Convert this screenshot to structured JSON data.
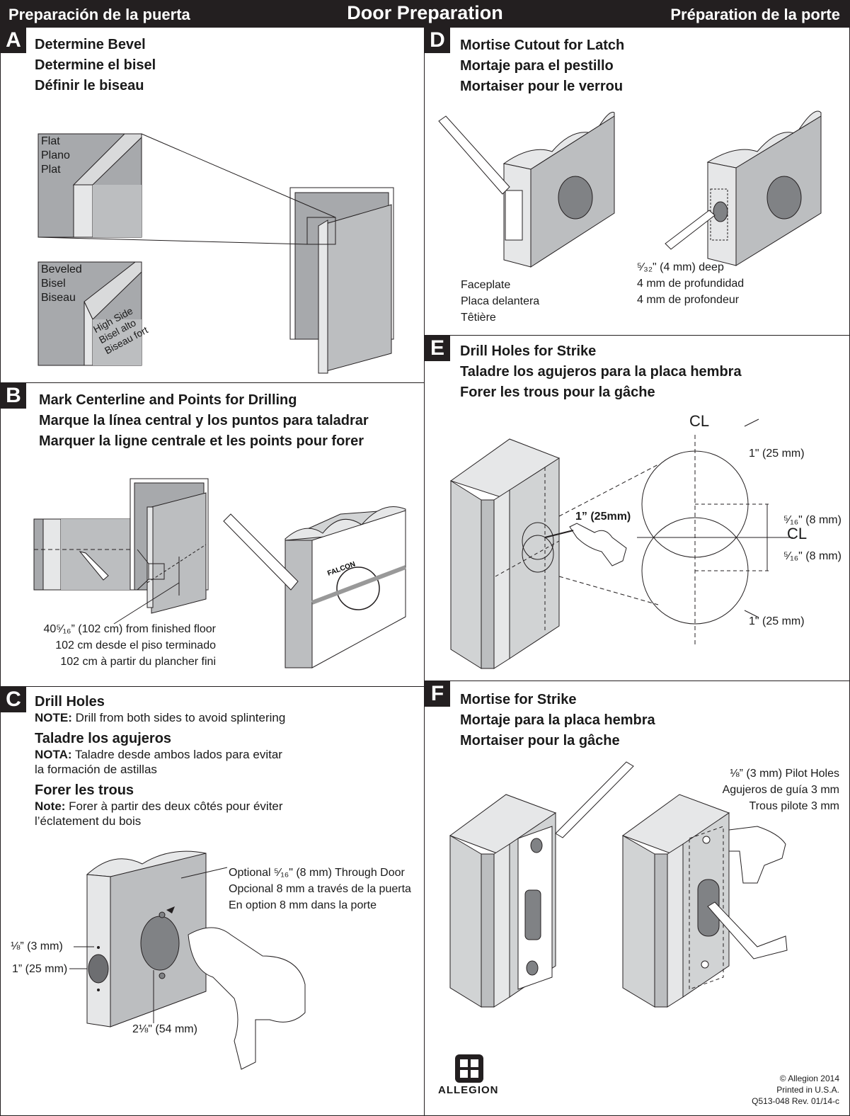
{
  "header": {
    "left": "Preparación de la puerta",
    "center": "Door Preparation",
    "right": "Préparation de la porte"
  },
  "A": {
    "badge": "A",
    "titles": [
      "Determine Bevel",
      "Determine el bisel",
      "Définir le biseau"
    ],
    "flat": [
      "Flat",
      "Plano",
      "Plat"
    ],
    "beveled": [
      "Beveled",
      "Bisel",
      "Biseau"
    ],
    "high_side": [
      "High Side",
      "Bisel alto",
      "Biseau fort"
    ]
  },
  "B": {
    "badge": "B",
    "titles": [
      "Mark Centerline and Points for Drilling",
      "Marque la línea central y los puntos para taladrar",
      "Marquer la ligne centrale et les points pour forer"
    ],
    "floor": [
      "40⁵⁄₁₆” (102 cm) from finished floor",
      "102 cm desde el piso terminado",
      "102 cm à partir du plancher fini"
    ],
    "template_brand": "FALCON"
  },
  "C": {
    "badge": "C",
    "title_en": "Drill Holes",
    "note_en_label": "NOTE:",
    "note_en": " Drill from both sides to avoid splintering",
    "title_es": "Taladre los agujeros",
    "note_es_label": "NOTA:",
    "note_es_1": " Taladre desde ambos lados para evitar",
    "note_es_2": "la formación de astillas",
    "title_fr": "Forer les trous",
    "note_fr_label": "Note:",
    "note_fr_1": " Forer à partir des deux côtés pour éviter",
    "note_fr_2": "l’éclatement du bois",
    "optional": [
      "Optional ⁵⁄₁₆\" (8 mm) Through Door",
      "Opcional 8 mm a través de la puerta",
      "En option 8 mm dans la porte"
    ],
    "dim_small": "⅛”  (3 mm)",
    "dim_edge": "1” (25 mm)",
    "dim_face": "2⅛\" (54 mm)"
  },
  "D": {
    "badge": "D",
    "titles": [
      "Mortise Cutout for Latch",
      "Mortaje para el pestillo",
      "Mortaiser pour le verrou"
    ],
    "faceplate": [
      "Faceplate",
      "Placa delantera",
      "Têtière"
    ],
    "depth": [
      "⁵⁄₃₂\" (4 mm) deep",
      "4 mm de profundidad",
      "4 mm de profondeur"
    ]
  },
  "E": {
    "badge": "E",
    "titles": [
      "Drill Holes for Strike",
      "Taladre los agujeros para la placa hembra",
      "Forer les trous pour la gâche"
    ],
    "cl": "CL",
    "dim_top": "1\" (25 mm)",
    "dim_bottom": "1\" (25 mm)",
    "offset_up": "⁵⁄₁₆\" (8 mm)",
    "offset_down": "⁵⁄₁₆\" (8 mm)",
    "drill_label": "1” (25mm)"
  },
  "F": {
    "badge": "F",
    "titles": [
      "Mortise for Strike",
      "Mortaje para la placa hembra",
      "Mortaiser pour la gâche"
    ],
    "pilot": [
      "⅛” (3 mm) Pilot Holes",
      "Agujeros de guía 3 mm",
      "Trous pilote 3 mm"
    ]
  },
  "footer": {
    "brand": "ALLEGION",
    "copyright": "© Allegion 2014",
    "printed": "Printed in U.S.A.",
    "doc": "Q513-048 Rev. 01/14-c"
  }
}
